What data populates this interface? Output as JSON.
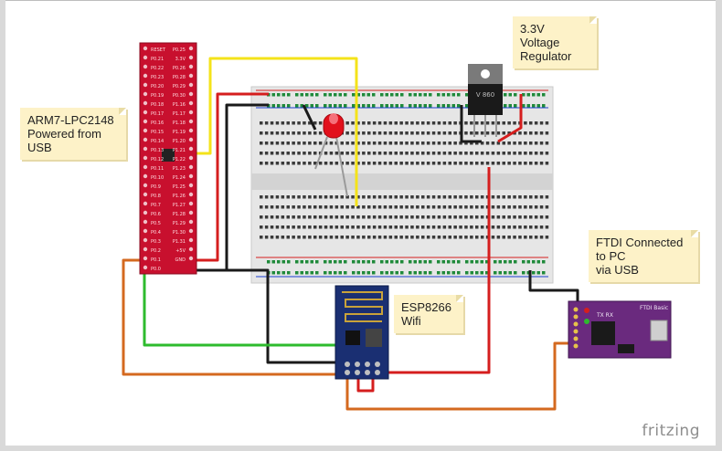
{
  "notes": {
    "regulator": "3.3V\nVoltage\nRegulator",
    "arm": "ARM7-LPC2148\nPowered from\nUSB",
    "ftdi": "FTDI Connected\nto PC\nvia USB",
    "esp": "ESP8266\nWifi"
  },
  "labels": {
    "regulator_marking": "V 860",
    "ftdi_title": "FTDI Basic",
    "ftdi_txrx": "TX RX",
    "brand": "fritzing"
  },
  "lpc_board": {
    "pins_left": [
      "RESET",
      "P0.21",
      "P0.22",
      "P0.23",
      "P0.20",
      "P0.19",
      "P0.18",
      "P0.17",
      "P0.16",
      "P0.15",
      "P0.14",
      "P0.13",
      "P0.12",
      "P0.11",
      "P0.10",
      "P0.9",
      "P0.8",
      "P0.7",
      "P0.6",
      "P0.5",
      "P0.4",
      "P0.3",
      "P0.2",
      "P0.1",
      "P0.0"
    ],
    "pins_right": [
      "P0.25",
      "3.3V",
      "P0.26",
      "P0.28",
      "P0.29",
      "P0.30",
      "P1.16",
      "P1.17",
      "P1.18",
      "P1.19",
      "P1.20",
      "P1.21",
      "P1.22",
      "P1.23",
      "P1.24",
      "P1.25",
      "P1.26",
      "P1.27",
      "P1.28",
      "P1.29",
      "P1.30",
      "P1.31",
      "+5V",
      "GND"
    ]
  },
  "colors": {
    "board": "#c8102e",
    "breadboard": "#e4e4e4",
    "hole": "#3a3a3a",
    "rail_hole": "#1f8a3a",
    "wire_red": "#d51e1e",
    "wire_black": "#1a1a1a",
    "wire_yellow": "#f4e31a",
    "wire_green": "#2dbb2d",
    "wire_orange": "#d4691f",
    "esp_board": "#1a2f72",
    "ftdi_board": "#6a2a7e",
    "led": "#e2101c",
    "note_bg": "#fdf2c8"
  },
  "icons": [
    "led-icon",
    "voltage-regulator-icon",
    "esp8266-module-icon",
    "ftdi-basic-icon",
    "usb-connector-icon"
  ]
}
